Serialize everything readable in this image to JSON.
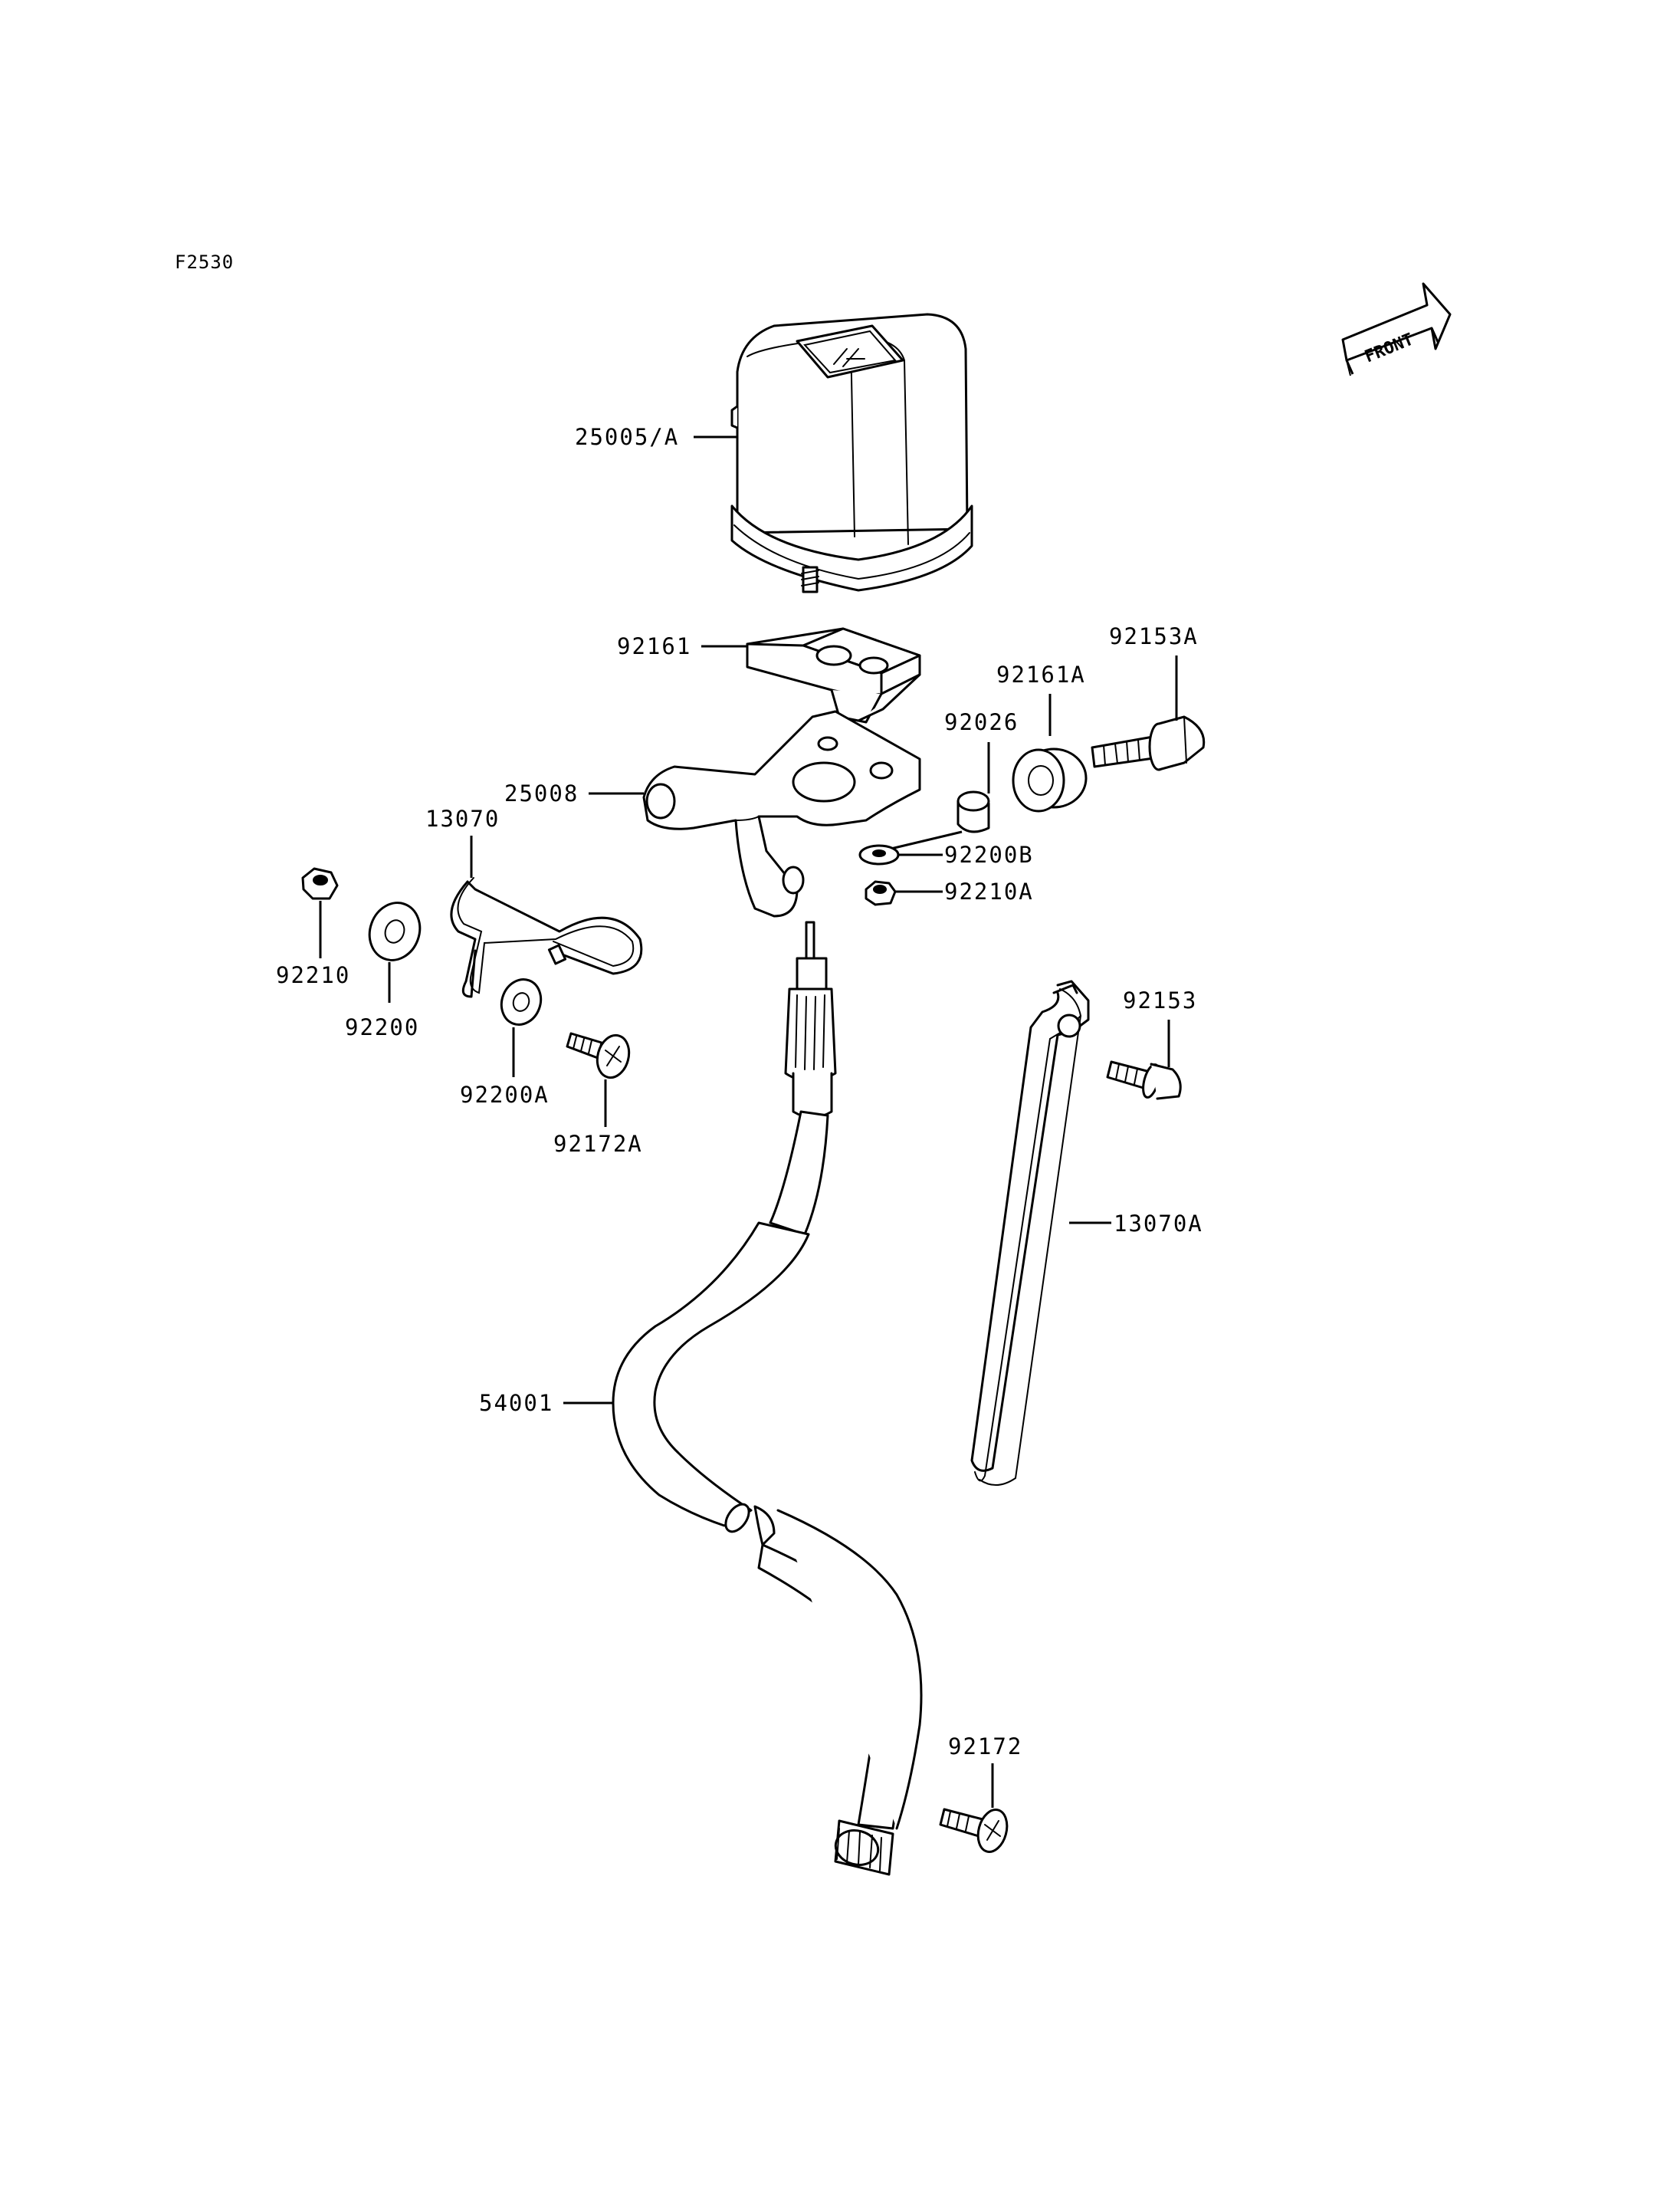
{
  "diagram": {
    "code": "F2530",
    "front_label": "FRONT",
    "labels": {
      "p25005A": "25005/A",
      "p92161": "92161",
      "p92153A": "92153A",
      "p92161A": "92161A",
      "p92026": "92026",
      "p25008": "25008",
      "p13070": "13070",
      "p92200B": "92200B",
      "p92210A": "92210A",
      "p92210": "92210",
      "p92200": "92200",
      "p92200A": "92200A",
      "p92172A": "92172A",
      "p92153": "92153",
      "p13070A": "13070A",
      "p54001": "54001",
      "p92172": "92172"
    }
  }
}
